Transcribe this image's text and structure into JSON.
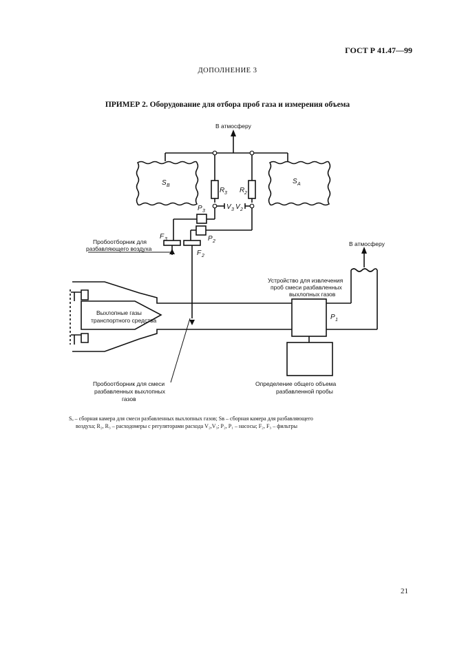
{
  "header": {
    "standard": "ГОСТ Р 41.47—99",
    "supplement": "ДОПОЛНЕНИЕ 3",
    "title": "ПРИМЕР 2. Оборудование для отбора проб газа и измерения объема"
  },
  "diagram": {
    "to_atmosphere_top": "В атмосферу",
    "to_atmosphere_right": "В атмосферу",
    "bag_sb": "S",
    "bag_sb_sub": "B",
    "bag_sa": "S",
    "bag_sa_sub": "A",
    "r3": "R",
    "r3_sub": "3",
    "r2": "R",
    "r2_sub": "2",
    "p3": "P",
    "p3_sub": "3",
    "v3": "V",
    "v3_sub": "3",
    "v2": "V",
    "v2_sub": "2",
    "f3": "F",
    "f3_sub": "3",
    "p2": "P",
    "p2_sub": "2",
    "f2": "F",
    "f2_sub": "2",
    "p1": "P",
    "p1_sub": "1",
    "probe_air_line1": "Пробоотборник для",
    "probe_air_line2": "разбавляющего воздуха",
    "exhaust_line1": "Выхлопные газы",
    "exhaust_line2": "транспортного средства",
    "extract_line1": "Устройство для извлечения",
    "extract_line2": "проб смеси разбавленных",
    "extract_line3": "выхлопных газов",
    "probe_mix_line1": "Пробоотборник для смеси",
    "probe_mix_line2": "разбавленных выхлопных",
    "probe_mix_line3": "газов",
    "volume_line1": "Определение общего объема",
    "volume_line2": "разбавленной пробы"
  },
  "legend": {
    "line1": "Sₐ – сборная камера для смеси разбавленных выхлопных газов; Sʙ – сборная камера для разбавляющего",
    "line2": "воздуха; R₂, R₃ – расходомеры с регуляторами расхода V₂,V₃; P₂, P₁ – насосы; F₂, F₃ – фильтры"
  },
  "page_number": "21"
}
